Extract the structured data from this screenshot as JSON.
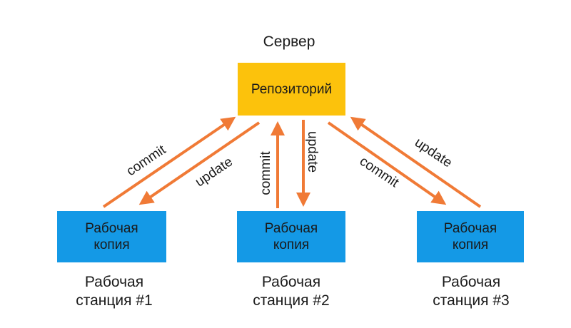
{
  "server": {
    "caption": "Сервер",
    "repository_label": "Репозиторий"
  },
  "workstations": [
    {
      "copy_line1": "Рабочая",
      "copy_line2": "копия",
      "caption_line1": "Рабочая",
      "caption_line2": "станция #1",
      "commit_label": "commit",
      "update_label": "update"
    },
    {
      "copy_line1": "Рабочая",
      "copy_line2": "копия",
      "caption_line1": "Рабочая",
      "caption_line2": "станция #2",
      "commit_label": "commit",
      "update_label": "update"
    },
    {
      "copy_line1": "Рабочая",
      "copy_line2": "копия",
      "caption_line1": "Рабочая",
      "caption_line2": "станция #3",
      "commit_label": "commit",
      "update_label": "update"
    }
  ],
  "colors": {
    "repository": "#fcc20c",
    "working_copy": "#1499e6",
    "arrow": "#f07a36"
  }
}
